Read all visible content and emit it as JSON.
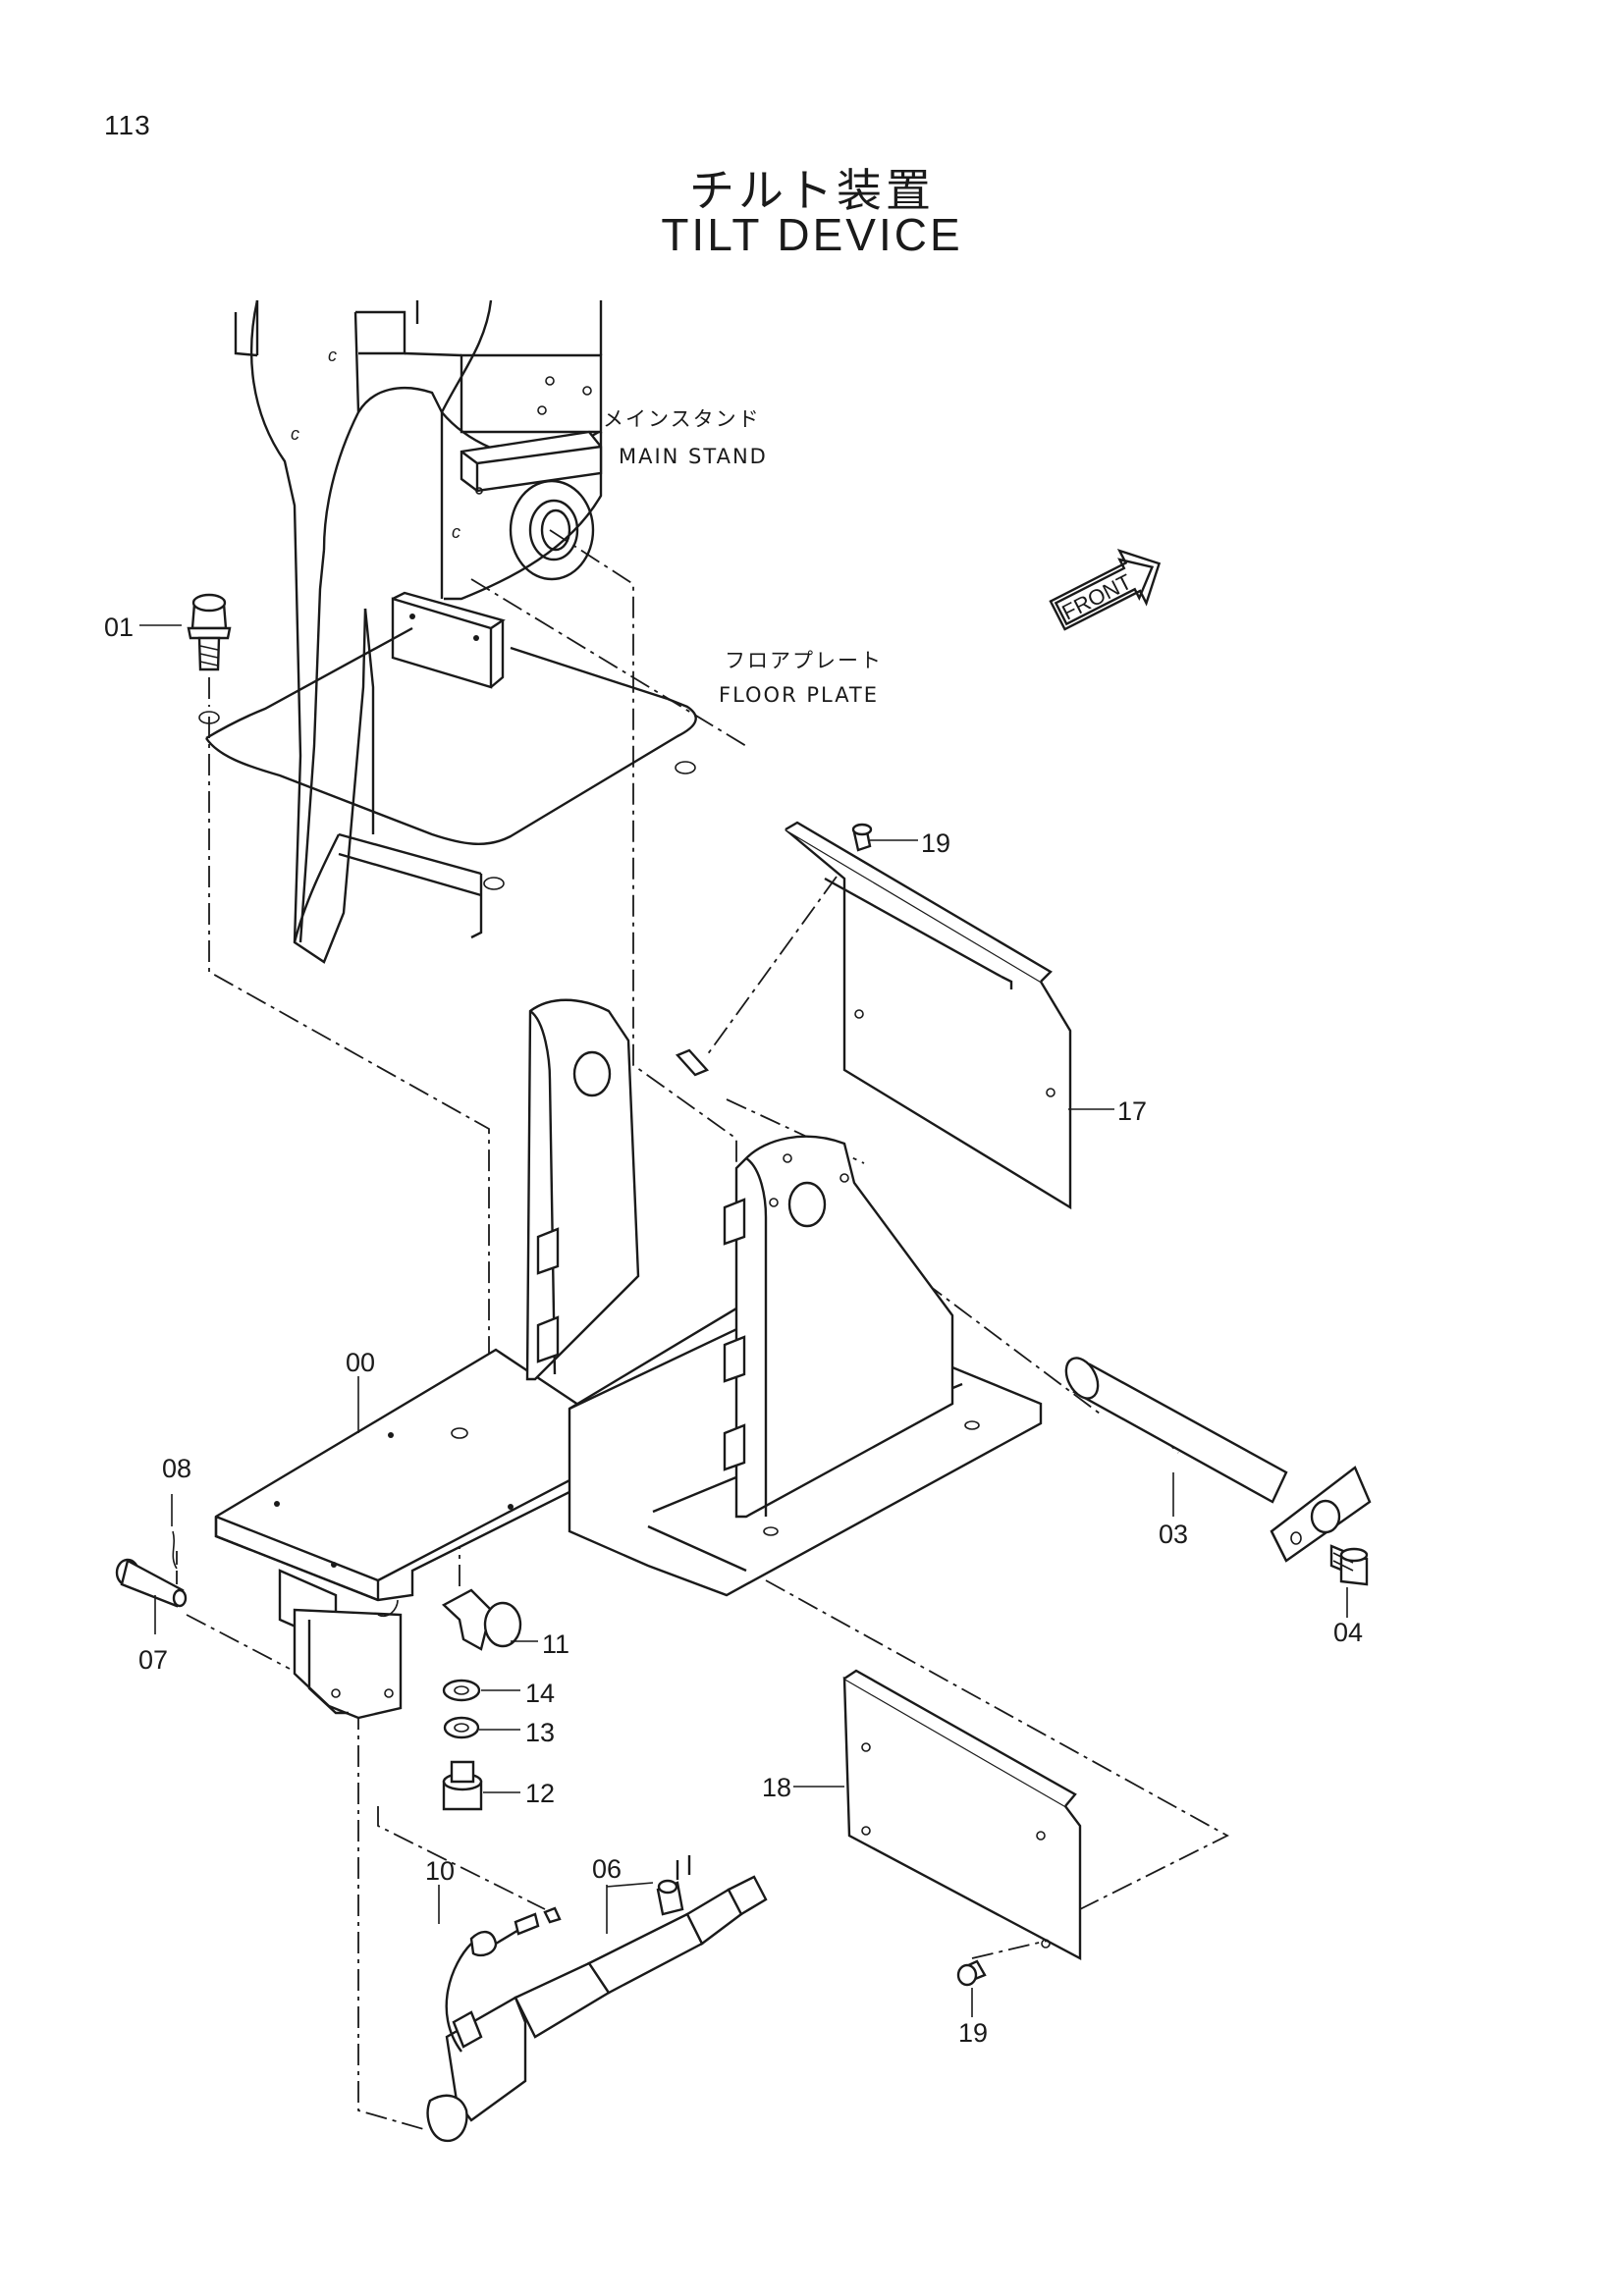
{
  "page_number": "113",
  "title_jp": "チルト装置",
  "title_en": "TILT DEVICE",
  "main_stand": {
    "jp": "メインスタンド",
    "en": "MAIN STAND"
  },
  "floor_plate": {
    "jp": "フロアプレート",
    "en": "FLOOR PLATE"
  },
  "front_arrow": "FRONT",
  "parts": {
    "p00": "00",
    "p01": "01",
    "p03": "03",
    "p04": "04",
    "p06": "06",
    "p07": "07",
    "p08": "08",
    "p10": "10",
    "p11": "11",
    "p12": "12",
    "p13": "13",
    "p14": "14",
    "p17": "17",
    "p18": "18",
    "p19a": "19",
    "p19b": "19"
  }
}
